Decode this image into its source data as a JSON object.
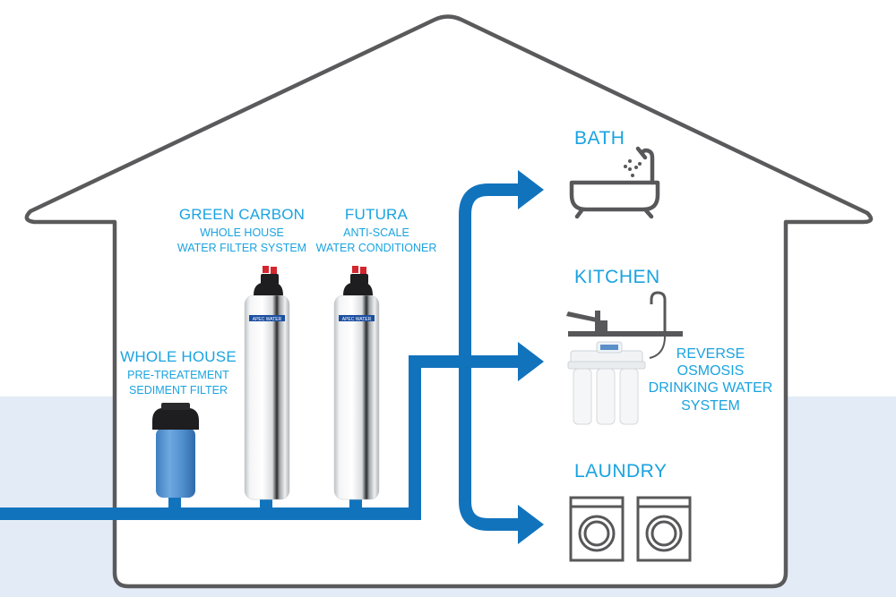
{
  "diagram": {
    "title": "Whole house water filtration diagram",
    "colors": {
      "pipe": "#1273bd",
      "label": "#1aa3e0",
      "outline": "#5a5a5c",
      "ground": "#e3ecf6",
      "icon": "#58585a"
    },
    "products": [
      {
        "id": "sediment",
        "title": "WHOLE HOUSE",
        "lines": [
          "PRE-TREATEMENT",
          "SEDIMENT FILTER"
        ]
      },
      {
        "id": "carbon",
        "title": "GREEN CARBON",
        "lines": [
          "WHOLE HOUSE",
          "WATER FILTER SYSTEM"
        ]
      },
      {
        "id": "futura",
        "title": "FUTURA",
        "lines": [
          "ANTI-SCALE",
          "WATER CONDITIONER"
        ]
      }
    ],
    "tank_brand": "APEC WATER",
    "rooms": [
      {
        "id": "bath",
        "label": "BATH",
        "icon": "bathtub-icon"
      },
      {
        "id": "kitchen",
        "label": "KITCHEN",
        "icon": "faucet-ro-system-icon"
      },
      {
        "id": "laundry",
        "label": "LAUNDRY",
        "icon": "washing-machine-icon"
      }
    ],
    "ro_system": {
      "lines": [
        "REVERSE",
        "OSMOSIS",
        "DRINKING WATER",
        "SYSTEM"
      ]
    }
  }
}
